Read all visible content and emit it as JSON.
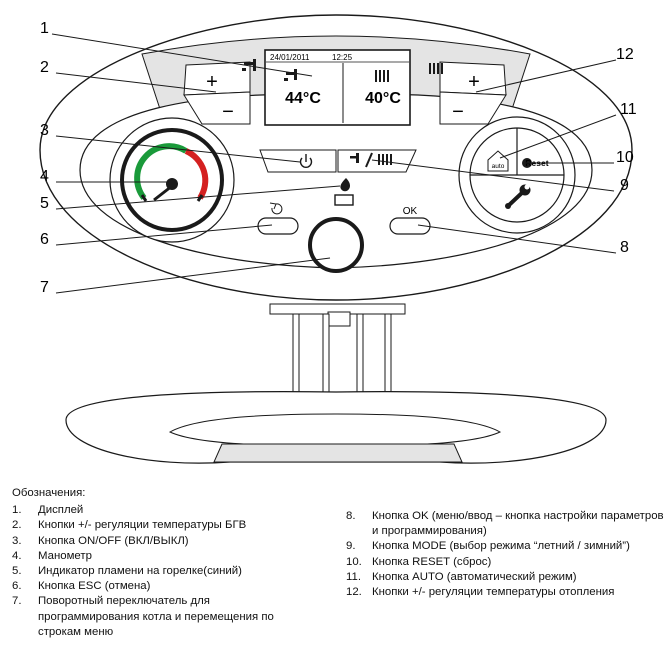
{
  "display": {
    "date": "24/01/2011",
    "time": "12:25",
    "dhw_temp": "44°C",
    "heating_temp": "40°C"
  },
  "buttons": {
    "plus": "+",
    "minus": "−",
    "ok": "OK",
    "reset": "Reset",
    "auto": "auto"
  },
  "callouts": [
    "1",
    "2",
    "3",
    "4",
    "5",
    "6",
    "7",
    "8",
    "9",
    "10",
    "11",
    "12"
  ],
  "legend": {
    "title": "Обозначения:",
    "items": [
      {
        "num": "1.",
        "text": "Дисплей"
      },
      {
        "num": "2.",
        "text": "Кнопки +/- регуляции температуры БГВ"
      },
      {
        "num": "3.",
        "text": "Кнопка ON/OFF (ВКЛ/ВЫКЛ)"
      },
      {
        "num": "4.",
        "text": "Манометр"
      },
      {
        "num": "5.",
        "text": "Индикатор пламени на горелке(синий)"
      },
      {
        "num": "6.",
        "text": "Кнопка ESC (отмена)"
      },
      {
        "num": "7.",
        "text": "Поворотный переключатель для программирования котла и перемещения по строкам меню"
      },
      {
        "num": "8.",
        "text": "Кнопка OK (меню/ввод – кнопка настройки параметров и программирования)"
      },
      {
        "num": "9.",
        "text": "Кнопка MODE (выбор режима “летний / зимний”)"
      },
      {
        "num": "10.",
        "text": "Кнопка RESET (сброс)"
      },
      {
        "num": "11.",
        "text": "Кнопка AUTO (автоматический режим)"
      },
      {
        "num": "12.",
        "text": "Кнопки +/- регуляции температуры отопления"
      }
    ]
  },
  "colors": {
    "gauge_green": "#1a9a3a",
    "gauge_red": "#d42020",
    "outline": "#1a1a1a",
    "panel_fill": "#ffffff",
    "shade": "#e4e4e4"
  },
  "icons": [
    "tap-icon",
    "radiator-icon",
    "power-icon",
    "mode-icon",
    "flame-icon",
    "esc-arrow-icon",
    "home-auto-icon",
    "wrench-icon"
  ]
}
